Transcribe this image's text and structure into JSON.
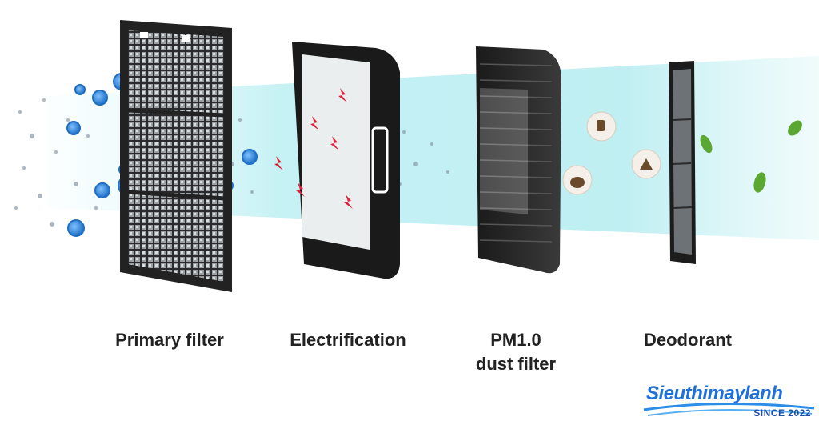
{
  "filters": [
    {
      "id": "primary",
      "label_lines": [
        "Primary filter"
      ]
    },
    {
      "id": "electrification",
      "label_lines": [
        "Electrification"
      ]
    },
    {
      "id": "pm",
      "label_lines": [
        "PM1.0",
        "dust filter"
      ]
    },
    {
      "id": "deodorant",
      "label_lines": [
        "Deodorant"
      ]
    }
  ],
  "logo": {
    "name": "Sieuthimaylanh",
    "since": "SINCE 2022"
  },
  "colors": {
    "airflow": "#bfeff2",
    "virus": "#2a7fd6",
    "spark": "#e0203a",
    "filter_frame": "#1c1c1c",
    "leaf": "#5aa832",
    "logo_blue": "#1e6fd9"
  },
  "icons": [
    "virus-icon",
    "lightning-icon",
    "smell-icon",
    "leaf-icon"
  ]
}
